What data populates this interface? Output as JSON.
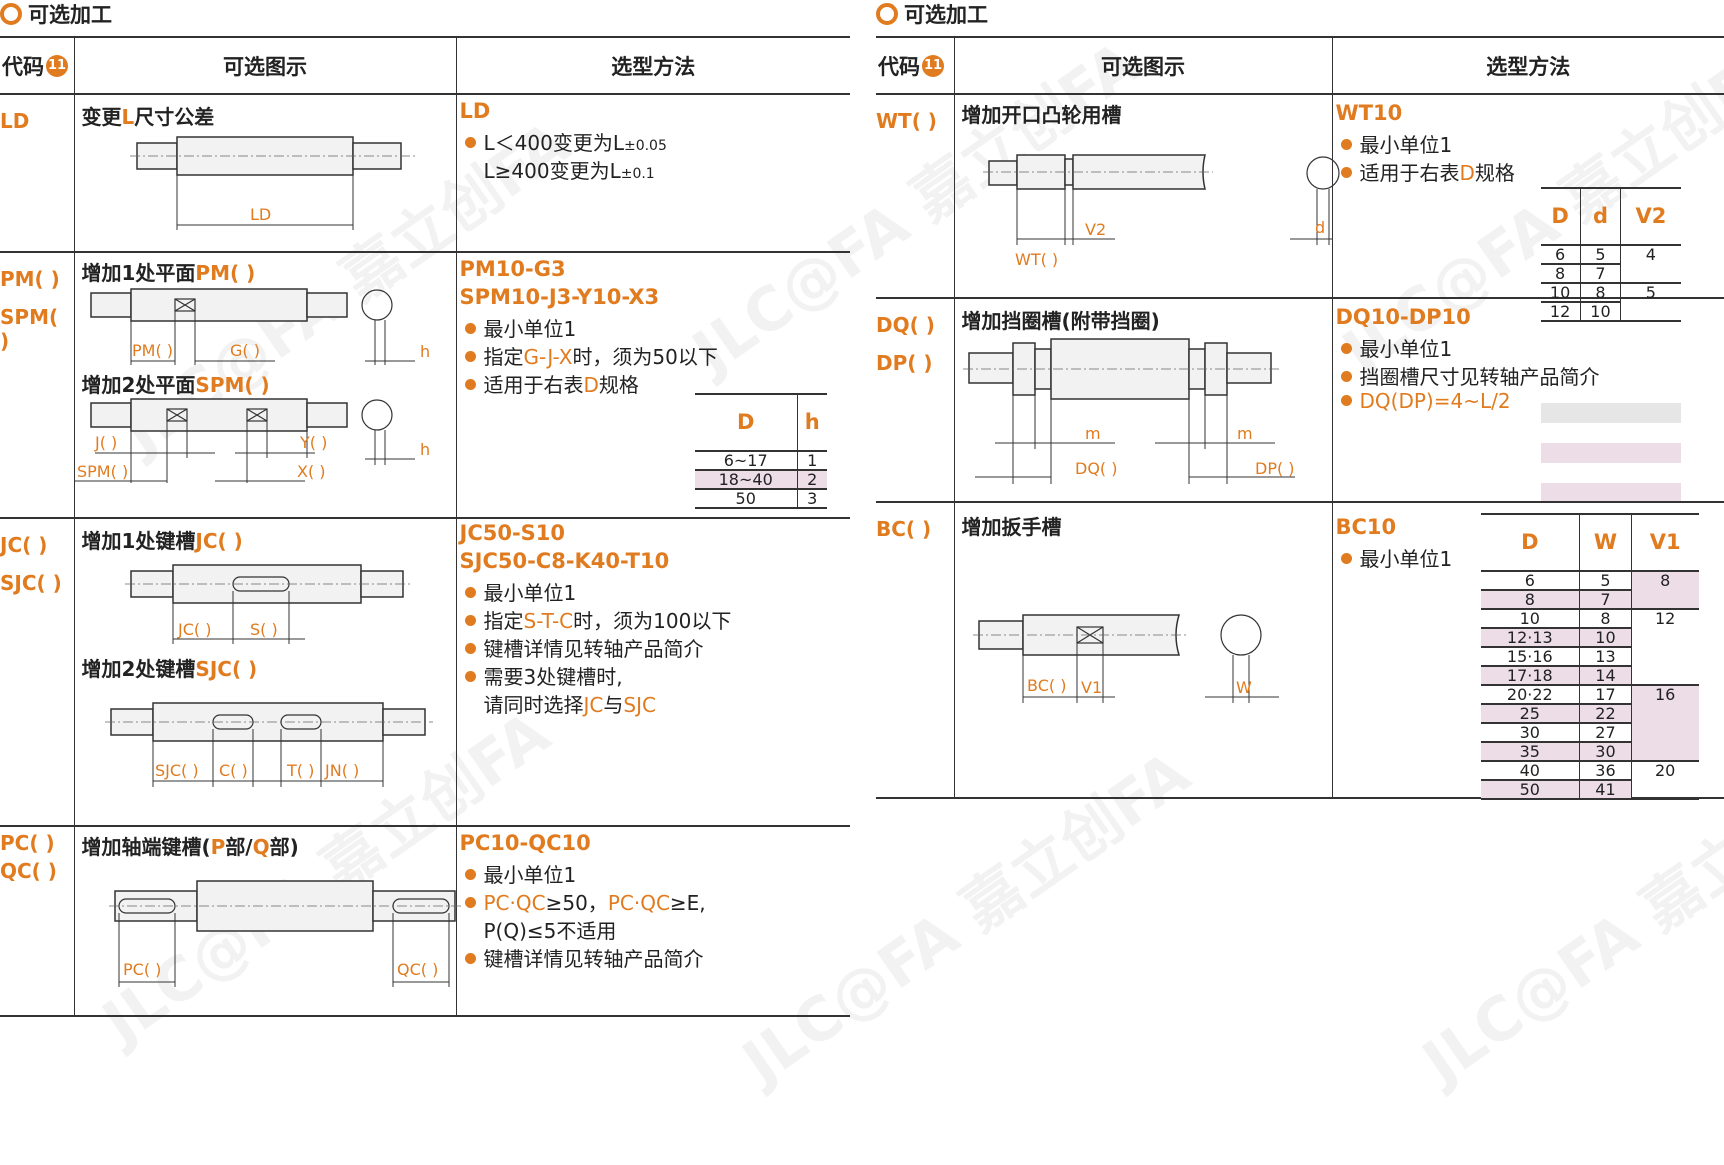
{
  "section_title": "可选加工",
  "header": {
    "code": "代码",
    "badge": "11",
    "figure": "可选图示",
    "method": "选型方法"
  },
  "left": {
    "ld": {
      "code": "LD",
      "label_pre": "变更",
      "label_or": "L",
      "label_post": "尺寸公差",
      "dim": "LD",
      "sel_code": "LD",
      "b1": "L＜400变更为L",
      "b1_sub": "±0.05",
      "b2": "L≥400变更为L",
      "b2_sub": "±0.1"
    },
    "pm": {
      "code1": "PM( )",
      "code2": "SPM( )",
      "label1_pre": "增加1处平面",
      "label1_or": "PM( )",
      "label2_pre": "增加2处平面",
      "label2_or": "SPM( )",
      "dims1": [
        "PM( )",
        "G( )",
        "h"
      ],
      "dims2": [
        "J( )",
        "Y( )",
        "h",
        "SPM( )",
        "X( )"
      ],
      "sel_code1": "PM10-G3",
      "sel_code2": "SPM10-J3-Y10-X3",
      "b1": "最小单位1",
      "b2_pre": "指定",
      "b2_or": "G-J-X",
      "b2_post": "时，须为50以下",
      "b3_pre": "适用于右表",
      "b3_or": "D",
      "b3_post": "规格",
      "table": {
        "head": [
          "D",
          "h"
        ],
        "rows": [
          [
            "6~17",
            "1"
          ],
          [
            "18~40",
            "2"
          ],
          [
            "50",
            "3"
          ]
        ]
      }
    },
    "jc": {
      "code1": "JC( )",
      "code2": "SJC( )",
      "label1_pre": "增加1处键槽",
      "label1_or": "JC( )",
      "label2_pre": "增加2处键槽",
      "label2_or": "SJC( )",
      "dims1": [
        "JC( )",
        "S( )"
      ],
      "dims2": [
        "SJC( )",
        "C( )",
        "T( )",
        "JN( )"
      ],
      "sel_code1": "JC50-S10",
      "sel_code2": "SJC50-C8-K40-T10",
      "b1": "最小单位1",
      "b2_pre": "指定",
      "b2_or": "S-T-C",
      "b2_post": "时，须为100以下",
      "b3": "键槽详情见转轴产品简介",
      "b4": "需要3处键槽时,",
      "b5_pre": "请同时选择",
      "b5_or1": "JC",
      "b5_mid": "与",
      "b5_or2": "SJC"
    },
    "pc": {
      "code1": "PC( )",
      "code2": "QC( )",
      "label_pre": "增加轴端键槽(",
      "label_or1": "P",
      "label_mid1": "部/",
      "label_or2": "Q",
      "label_post": "部)",
      "dims": [
        "PC( )",
        "QC( )"
      ],
      "sel_code": "PC10-QC10",
      "b1": "最小单位1",
      "b2_or1": "PC·QC",
      "b2_mid": "≥50，",
      "b2_or2": "PC·QC",
      "b2_post": "≥E,",
      "b2c": "P(Q)≤5不适用",
      "b3": "键槽详情见转轴产品简介"
    }
  },
  "right": {
    "wt": {
      "code": "WT( )",
      "label": "增加开口凸轮用槽",
      "dims": [
        "V2",
        "WT( )",
        "d"
      ],
      "sel_code": "WT10",
      "b1": "最小单位1",
      "b2_pre": "适用于右表",
      "b2_or": "D",
      "b2_post": "规格",
      "table": {
        "head": [
          "D",
          "d",
          "V2"
        ],
        "rows": [
          [
            "6",
            "5"
          ],
          [
            "8",
            "7"
          ],
          [
            "10",
            "8"
          ],
          [
            "12",
            "10"
          ]
        ],
        "v2": [
          "4",
          "5"
        ]
      }
    },
    "dq": {
      "code1": "DQ( )",
      "code2": "DP( )",
      "label": "增加挡圈槽(附带挡圈)",
      "dims": [
        "m",
        "m",
        "DQ( )",
        "DP( )"
      ],
      "sel_code": "DQ10-DP10",
      "b1": "最小单位1",
      "b2": "挡圈槽尺寸见转轴产品简介",
      "b3": "DQ(DP)=4~L/2"
    },
    "bc": {
      "code": "BC( )",
      "label": "增加扳手槽",
      "dims": [
        "BC( )",
        "V1",
        "W"
      ],
      "sel_code": "BC10",
      "b1": "最小单位1",
      "table": {
        "head": [
          "D",
          "W",
          "V1"
        ],
        "rows": [
          [
            "6",
            "5"
          ],
          [
            "8",
            "7"
          ],
          [
            "10",
            "8"
          ],
          [
            "12·13",
            "10"
          ],
          [
            "15·16",
            "13"
          ],
          [
            "17·18",
            "14"
          ],
          [
            "20·22",
            "17"
          ],
          [
            "25",
            "22"
          ],
          [
            "30",
            "27"
          ],
          [
            "35",
            "30"
          ],
          [
            "40",
            "36"
          ],
          [
            "50",
            "41"
          ]
        ],
        "v1": [
          "8",
          "12",
          "16",
          "20"
        ]
      }
    }
  },
  "watermark": "JLC@FA 嘉立创FA"
}
